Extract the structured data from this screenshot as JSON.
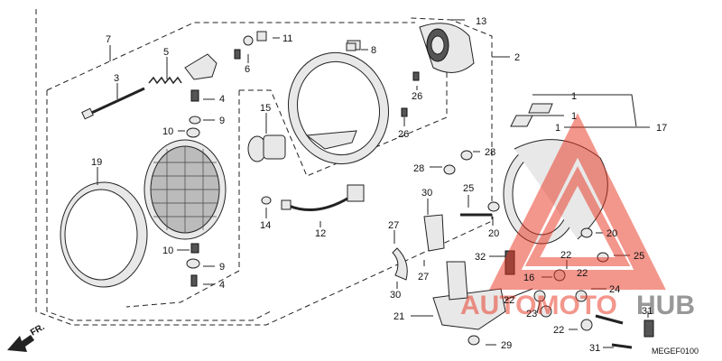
{
  "diagram": {
    "code": "MEGEF0100",
    "direction_label": "FR.",
    "watermark": {
      "word1": "AUTOMOTO",
      "word2": "HUB",
      "color": "#e8301c"
    },
    "callouts": [
      {
        "id": "c13",
        "text": "13"
      },
      {
        "id": "c7",
        "text": "7"
      },
      {
        "id": "c11",
        "text": "11"
      },
      {
        "id": "c8",
        "text": "8"
      },
      {
        "id": "c2",
        "text": "2"
      },
      {
        "id": "c5",
        "text": "5"
      },
      {
        "id": "c6",
        "text": "6"
      },
      {
        "id": "c3",
        "text": "3"
      },
      {
        "id": "c26a",
        "text": "26"
      },
      {
        "id": "c4a",
        "text": "4"
      },
      {
        "id": "c9a",
        "text": "9"
      },
      {
        "id": "c10a",
        "text": "10"
      },
      {
        "id": "c15",
        "text": "15"
      },
      {
        "id": "c26b",
        "text": "26"
      },
      {
        "id": "c1a",
        "text": "1"
      },
      {
        "id": "c1b",
        "text": "1"
      },
      {
        "id": "c1c",
        "text": "1"
      },
      {
        "id": "c17",
        "text": "17"
      },
      {
        "id": "c19",
        "text": "19"
      },
      {
        "id": "c28a",
        "text": "28"
      },
      {
        "id": "c28b",
        "text": "28"
      },
      {
        "id": "c30a",
        "text": "30"
      },
      {
        "id": "c25a",
        "text": "25"
      },
      {
        "id": "c14",
        "text": "14"
      },
      {
        "id": "c12",
        "text": "12"
      },
      {
        "id": "c27a",
        "text": "27"
      },
      {
        "id": "c20a",
        "text": "20"
      },
      {
        "id": "c20b",
        "text": "20"
      },
      {
        "id": "c10b",
        "text": "10"
      },
      {
        "id": "c32",
        "text": "32"
      },
      {
        "id": "c25b",
        "text": "25"
      },
      {
        "id": "c9b",
        "text": "9"
      },
      {
        "id": "c22a",
        "text": "22"
      },
      {
        "id": "c27b",
        "text": "27"
      },
      {
        "id": "c16",
        "text": "16"
      },
      {
        "id": "c22b",
        "text": "22"
      },
      {
        "id": "c4b",
        "text": "4"
      },
      {
        "id": "c24",
        "text": "24"
      },
      {
        "id": "c30b",
        "text": "30"
      },
      {
        "id": "c22c",
        "text": "22"
      },
      {
        "id": "c23",
        "text": "23"
      },
      {
        "id": "c21",
        "text": "21"
      },
      {
        "id": "c31a",
        "text": "31"
      },
      {
        "id": "c22d",
        "text": "22"
      },
      {
        "id": "c29",
        "text": "29"
      },
      {
        "id": "c31b",
        "text": "31"
      }
    ]
  }
}
